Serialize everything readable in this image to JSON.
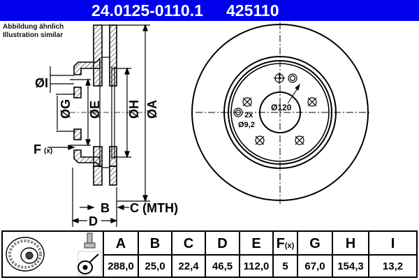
{
  "header": {
    "part_number": "24.0125-0110.1",
    "ref_number": "425110",
    "background_color": "#0000ee"
  },
  "note": {
    "line1": "Abbildung ähnlich",
    "line2": "Illustration similar"
  },
  "drawing": {
    "side_labels": {
      "I": "ØI",
      "G": "ØG",
      "E": "ØE",
      "H": "ØH",
      "A": "ØA",
      "F": "F",
      "F_sub": "(x)",
      "B": "B",
      "C": "C (MTH)",
      "D": "D"
    },
    "front_labels": {
      "pcd": "Ø120",
      "holes_count": "2x",
      "holes_dia": "Ø9,2"
    }
  },
  "table": {
    "columns": [
      {
        "key": "A",
        "label": "A",
        "value": "288,0"
      },
      {
        "key": "B",
        "label": "B",
        "value": "25,0"
      },
      {
        "key": "C",
        "label": "C",
        "value": "22,4"
      },
      {
        "key": "D",
        "label": "D",
        "value": "46,5"
      },
      {
        "key": "E",
        "label": "E",
        "value": "112,0"
      },
      {
        "key": "F",
        "label": "F",
        "sub": "(x)",
        "value": "5"
      },
      {
        "key": "G",
        "label": "G",
        "value": "67,0"
      },
      {
        "key": "H",
        "label": "H",
        "value": "154,3"
      },
      {
        "key": "I",
        "label": "I",
        "value": "13,2"
      }
    ]
  }
}
